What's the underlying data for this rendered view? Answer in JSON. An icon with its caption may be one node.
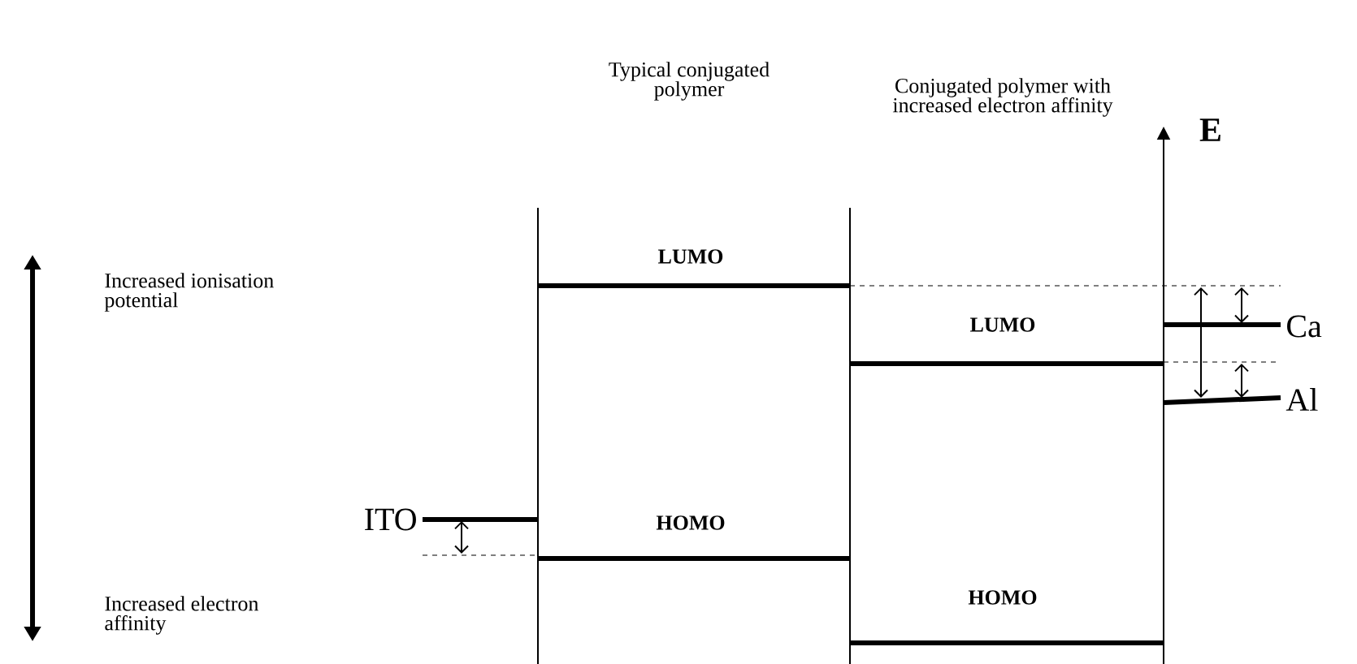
{
  "diagram": {
    "labels": [
      "Typical conjugated polymer",
      "Conjugated polymer with increased electron affinity",
      "E",
      "Increased ionisation potential",
      "LUMO",
      "LUMO",
      "Ca",
      "Al",
      "ITO",
      "HOMO",
      "Increased electron affinity",
      "HOMO"
    ]
  }
}
